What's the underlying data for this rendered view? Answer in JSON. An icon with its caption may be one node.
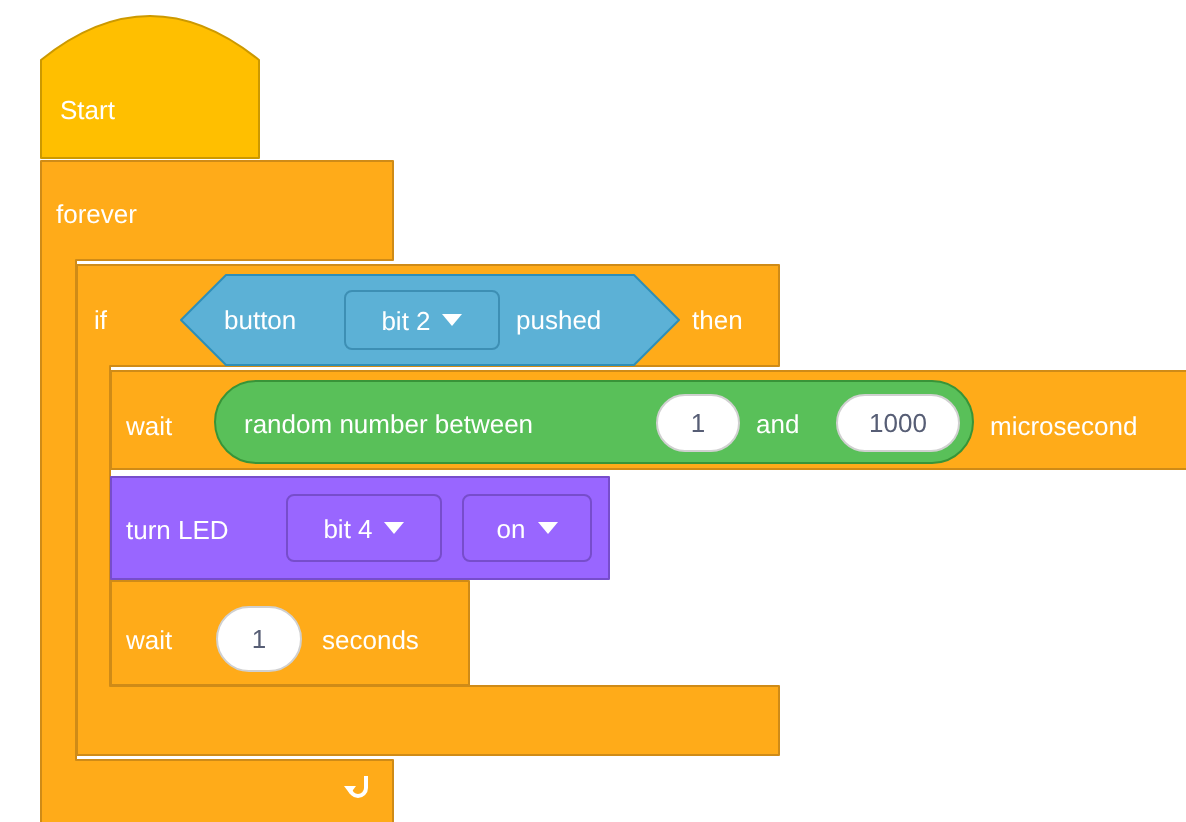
{
  "diagram": {
    "nodes": [
      {
        "text": [
          "Start"
        ]
      },
      {
        "text": [
          "forever"
        ]
      },
      {
        "text": [
          "if",
          "then"
        ]
      },
      {
        "text": [
          "button",
          "pushed"
        ],
        "in": 2
      },
      {
        "text": [
          "bit 2"
        ],
        "in": 3
      },
      {
        "text": [
          "wait",
          "microsecond"
        ]
      },
      {
        "text": [
          "random number between",
          "and"
        ],
        "in": 5
      },
      {
        "text": [
          "1"
        ],
        "in": 6
      },
      {
        "text": [
          "1000"
        ],
        "in": 6
      },
      {
        "text": [
          "turn LED"
        ],
        "in": 2
      },
      {
        "text": [
          "bit 4"
        ],
        "in": 9
      },
      {
        "text": [
          "on"
        ],
        "in": 9
      },
      {
        "text": [
          "wait",
          "seconds"
        ],
        "in": 2
      },
      {
        "text": [
          "1"
        ],
        "in": 12
      }
    ]
  }
}
